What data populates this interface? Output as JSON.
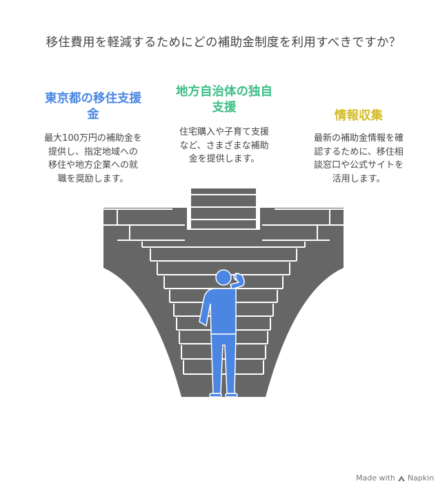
{
  "title": "移住費用を軽減するためにどの補助金制度を利用すべきですか？",
  "options": [
    {
      "title_lines": [
        "東京都の移住支援",
        "金"
      ],
      "desc_lines": [
        "最大100万円の補助金を",
        "提供し、指定地域への",
        "移住や地方企業への就",
        "職を奨励します。"
      ],
      "color": "#4a86e2"
    },
    {
      "title_lines": [
        "地方自治体の独自",
        "支援"
      ],
      "desc_lines": [
        "住宅購入や子育て支援",
        "など、さまざまな補助",
        "金を提供します。"
      ],
      "color": "#3dbd86"
    },
    {
      "title_lines": [
        "情報収集"
      ],
      "desc_lines": [
        "最新の補助金情報を確",
        "認するために、移住相",
        "談窓口や公式サイトを",
        "活用します。"
      ],
      "color": "#d4bc24"
    }
  ],
  "diagram": {
    "structure_color": "#666666",
    "step_color": "#ffffff",
    "person_color": "#4a86e2"
  },
  "branding": {
    "text": "Made with",
    "brand": "Napkin",
    "icon": "napkin-logo-icon"
  }
}
